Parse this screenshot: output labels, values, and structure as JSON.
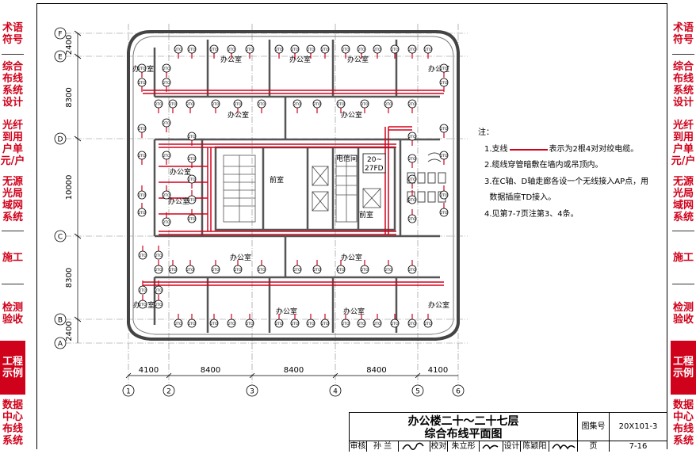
{
  "sidebar_left": [
    {
      "label": "术语\n符号",
      "active": false
    },
    {
      "label": "综合\n布线\n系统\n设计",
      "active": false
    },
    {
      "label": "光纤\n到用\n户单\n元/户",
      "active": false
    },
    {
      "label": "无源\n光局\n域网\n系统",
      "active": false
    },
    {
      "label": "施工",
      "active": false
    },
    {
      "label": "检测\n验收",
      "active": false
    },
    {
      "label": "工程\n示例",
      "active": true
    },
    {
      "label": "数据\n中心\n布线\n系统",
      "active": false
    }
  ],
  "sidebar_right": [
    {
      "label": "术语\n符号",
      "active": false
    },
    {
      "label": "综合\n布线\n系统\n设计",
      "active": false
    },
    {
      "label": "光纤\n到用\n户单\n元/户",
      "active": false
    },
    {
      "label": "无源\n光局\n域网\n系统",
      "active": false
    },
    {
      "label": "施工",
      "active": false
    },
    {
      "label": "检测\n验收",
      "active": false
    },
    {
      "label": "工程\n示例",
      "active": true
    },
    {
      "label": "数据\n中心\n布线\n系统",
      "active": false
    }
  ],
  "plan": {
    "axis_rows": [
      "F",
      "E",
      "D",
      "C",
      "B",
      "A"
    ],
    "axis_cols": [
      "1",
      "2",
      "3",
      "4",
      "5",
      "6"
    ],
    "row_dims": [
      "2400",
      "8300",
      "10000",
      "8300",
      "2400"
    ],
    "col_dims": [
      "4100",
      "8400",
      "8400",
      "8400",
      "4100"
    ],
    "office_label": "办公室",
    "lobby_label": "前室",
    "telecom_room_label": "电信间",
    "telecom_id": "20~\n27FD",
    "outlet_label": "2TO"
  },
  "notes": {
    "heading": "注：",
    "items": [
      {
        "prefix": "1.支线",
        "suffix": "表示为2根4对对绞电缆。"
      },
      {
        "text": "2.缆线穿管暗敷在墙内或吊顶内。"
      },
      {
        "text": "3.在C轴、D轴走廊各设一个无线接入AP点，用"
      },
      {
        "text": "  数据插座TD接入。"
      },
      {
        "text": "4.见第7-7页注第3、4条。"
      }
    ]
  },
  "title_block": {
    "title_line1": "办公楼二十～二十七层",
    "title_line2": "综合布线平面图",
    "atlas_label": "图集号",
    "atlas_no": "20X101-3",
    "page_label": "页",
    "page_no": "7-16",
    "review_label": "审核",
    "reviewer": "孙 兰",
    "check_label": "校对",
    "checker": "朱立彤",
    "design_label": "设计",
    "designer": "陈颖阳"
  },
  "colors": {
    "red": "#d0021b",
    "wall": "#555555",
    "line": "#000000"
  }
}
